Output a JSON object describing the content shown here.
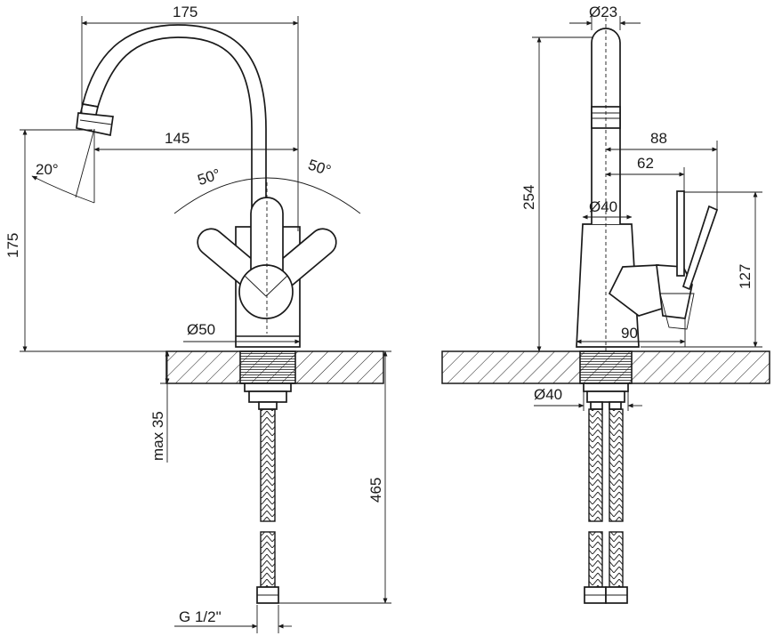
{
  "drawing": {
    "front_view": {
      "width_top": "175",
      "spout_reach": "145",
      "spout_angle": "20°",
      "lever_angle_left": "50°",
      "lever_angle_right": "50°",
      "height_spout": "175",
      "base_diameter": "Ø50",
      "thread_length": "max 35",
      "hose_length": "465",
      "connection_thread": "G 1/2\""
    },
    "side_view": {
      "spout_diameter": "Ø23",
      "total_height": "254",
      "lever_offset_long": "88",
      "lever_offset_short": "62",
      "body_diameter": "Ø40",
      "lever_height": "127",
      "base_depth": "90",
      "shank_diameter": "Ø40"
    }
  }
}
